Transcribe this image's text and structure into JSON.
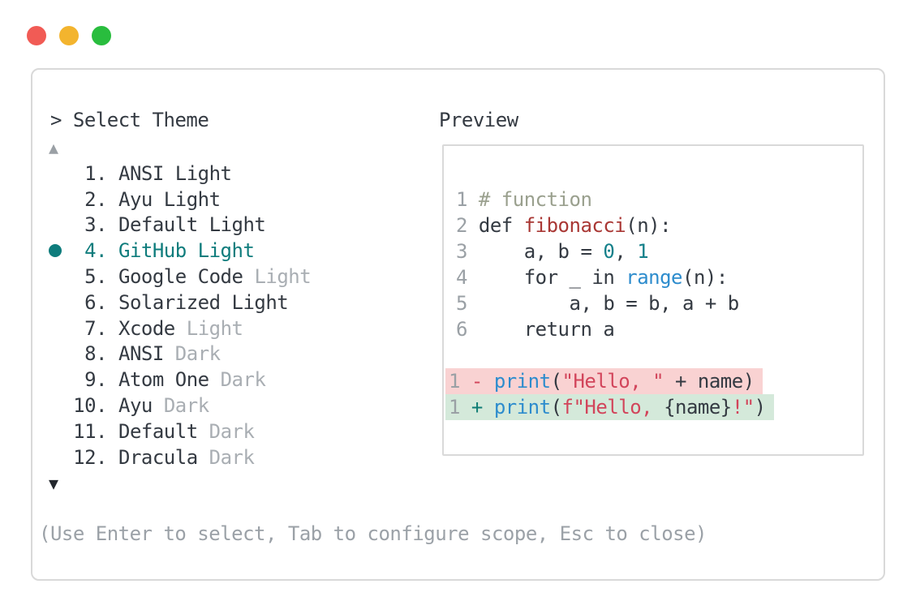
{
  "window": {
    "traffic_lights": [
      {
        "name": "close",
        "color": "#f15b55"
      },
      {
        "name": "minimize",
        "color": "#f3b42e"
      },
      {
        "name": "zoom",
        "color": "#29bd3e"
      }
    ]
  },
  "theme_picker": {
    "prompt": "> Select Theme",
    "scroll_up_icon": "▲",
    "scroll_down_icon": "▼",
    "items": [
      {
        "number": "1.",
        "name": "ANSI Light",
        "dim": "",
        "selected": false
      },
      {
        "number": "2.",
        "name": "Ayu Light",
        "dim": "",
        "selected": false
      },
      {
        "number": "3.",
        "name": "Default Light",
        "dim": "",
        "selected": false
      },
      {
        "number": "4.",
        "name": "GitHub Light",
        "dim": "",
        "selected": true
      },
      {
        "number": "5.",
        "name": "Google Code",
        "dim": "Light",
        "selected": false
      },
      {
        "number": "6.",
        "name": "Solarized Light",
        "dim": "",
        "selected": false
      },
      {
        "number": "7.",
        "name": "Xcode",
        "dim": "Light",
        "selected": false
      },
      {
        "number": "8.",
        "name": "ANSI",
        "dim": "Dark",
        "selected": false
      },
      {
        "number": "9.",
        "name": "Atom One",
        "dim": "Dark",
        "selected": false
      },
      {
        "number": "10.",
        "name": "Ayu",
        "dim": "Dark",
        "selected": false
      },
      {
        "number": "11.",
        "name": "Default",
        "dim": "Dark",
        "selected": false
      },
      {
        "number": "12.",
        "name": "Dracula",
        "dim": "Dark",
        "selected": false
      }
    ],
    "hint": "(Use Enter to select, Tab to configure scope, Esc to close)"
  },
  "preview": {
    "label": "Preview",
    "code_lines": [
      {
        "num": "1",
        "tokens": [
          {
            "t": "# function",
            "c": "comment"
          }
        ]
      },
      {
        "num": "2",
        "tokens": [
          {
            "t": "def ",
            "c": "plain"
          },
          {
            "t": "fibonacci",
            "c": "function"
          },
          {
            "t": "(n):",
            "c": "plain"
          }
        ]
      },
      {
        "num": "3",
        "tokens": [
          {
            "t": "    a, b = ",
            "c": "plain"
          },
          {
            "t": "0",
            "c": "number"
          },
          {
            "t": ", ",
            "c": "plain"
          },
          {
            "t": "1",
            "c": "number"
          }
        ]
      },
      {
        "num": "4",
        "tokens": [
          {
            "t": "    for _ in ",
            "c": "plain"
          },
          {
            "t": "range",
            "c": "builtin"
          },
          {
            "t": "(n):",
            "c": "plain"
          }
        ]
      },
      {
        "num": "5",
        "tokens": [
          {
            "t": "        a, b = b, a + b",
            "c": "plain"
          }
        ]
      },
      {
        "num": "6",
        "tokens": [
          {
            "t": "    return a",
            "c": "plain"
          }
        ]
      }
    ],
    "diff_lines": [
      {
        "kind": "removed",
        "num": "1",
        "sign": "-",
        "tokens": [
          {
            "t": "print",
            "c": "builtin"
          },
          {
            "t": "(",
            "c": "plain"
          },
          {
            "t": "\"Hello, \"",
            "c": "string"
          },
          {
            "t": " + name)",
            "c": "plain"
          }
        ]
      },
      {
        "kind": "added",
        "num": "1",
        "sign": "+",
        "tokens": [
          {
            "t": "print",
            "c": "builtin"
          },
          {
            "t": "(",
            "c": "plain"
          },
          {
            "t": "f\"Hello, ",
            "c": "string"
          },
          {
            "t": "{name}",
            "c": "plain"
          },
          {
            "t": "!\"",
            "c": "string"
          },
          {
            "t": ")",
            "c": "plain"
          }
        ]
      }
    ]
  },
  "colors": {
    "accent_teal": "#0e7c7c",
    "text_primary": "#343a42",
    "text_dim": "#a9aeb3",
    "text_hint": "#9ba1a7",
    "removed_bg": "#f9d2d2",
    "added_bg": "#d4e9da",
    "tok_comment": "#9aa08e",
    "tok_function": "#a93734",
    "tok_number": "#14808a",
    "tok_builtin": "#2d8ccd",
    "tok_string": "#d2455b",
    "border_gray": "#d9d9d9"
  }
}
